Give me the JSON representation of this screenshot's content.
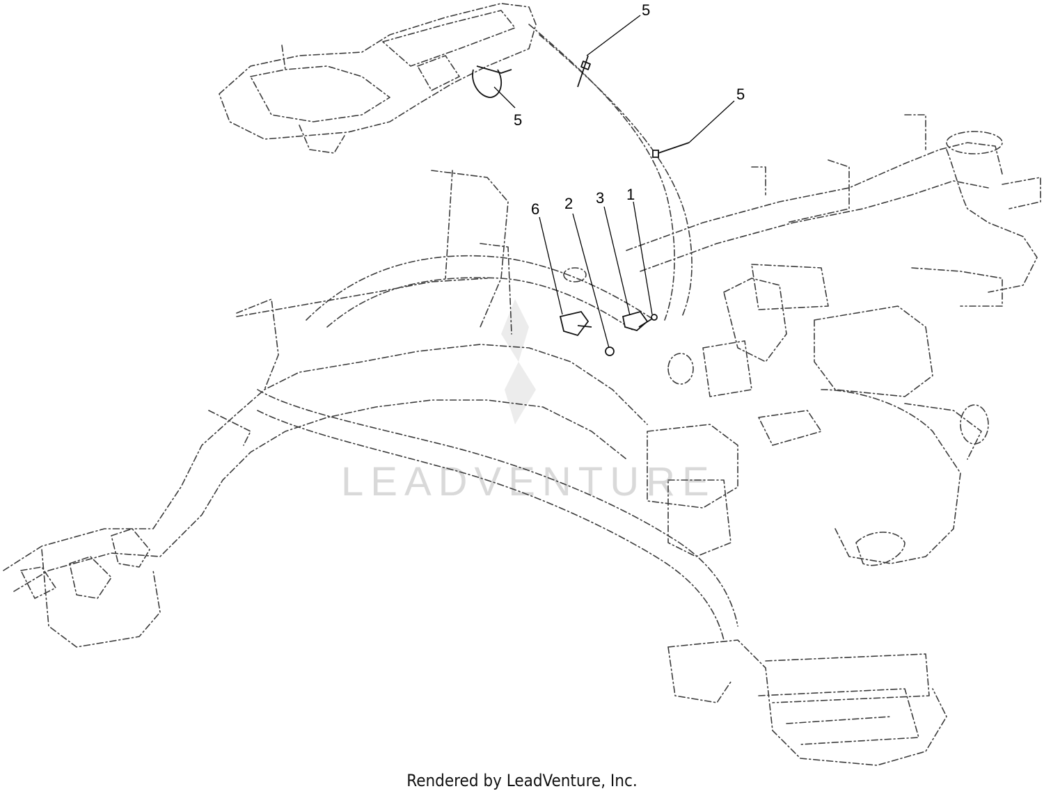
{
  "callouts": [
    {
      "id": "c-5a",
      "label": "5"
    },
    {
      "id": "c-5b",
      "label": "5"
    },
    {
      "id": "c-5c",
      "label": "5"
    },
    {
      "id": "c-6",
      "label": "6"
    },
    {
      "id": "c-2",
      "label": "2"
    },
    {
      "id": "c-3",
      "label": "3"
    },
    {
      "id": "c-1",
      "label": "1"
    }
  ],
  "watermark": "LEADVENTURE",
  "credit": "Rendered by LeadVenture, Inc."
}
